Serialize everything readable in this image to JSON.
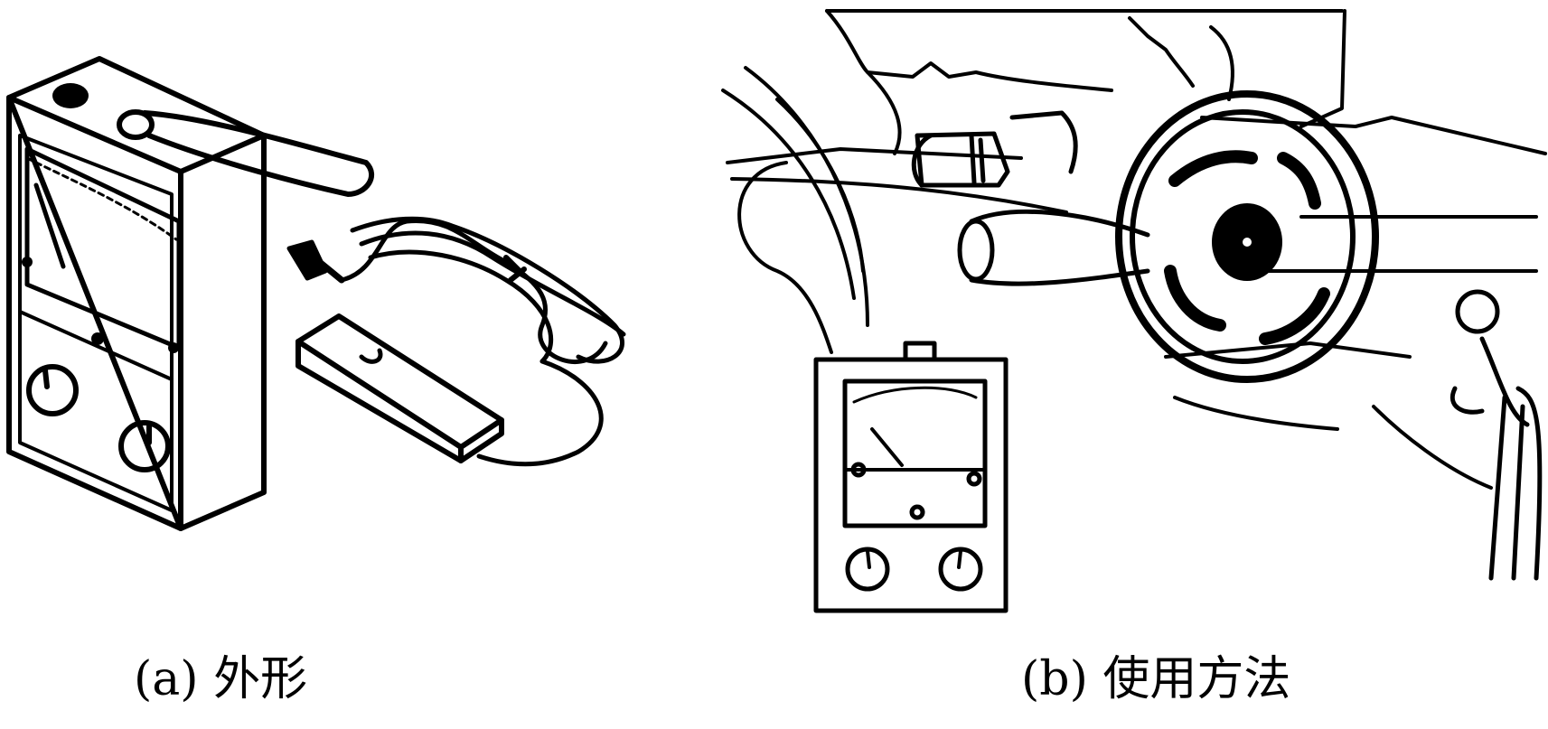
{
  "figure": {
    "panels": [
      {
        "id": "a",
        "caption": "(a) 外形"
      },
      {
        "id": "b",
        "caption": "(b) 使用方法"
      }
    ],
    "colors": {
      "ink": "#000000",
      "paper": "#ffffff"
    }
  }
}
